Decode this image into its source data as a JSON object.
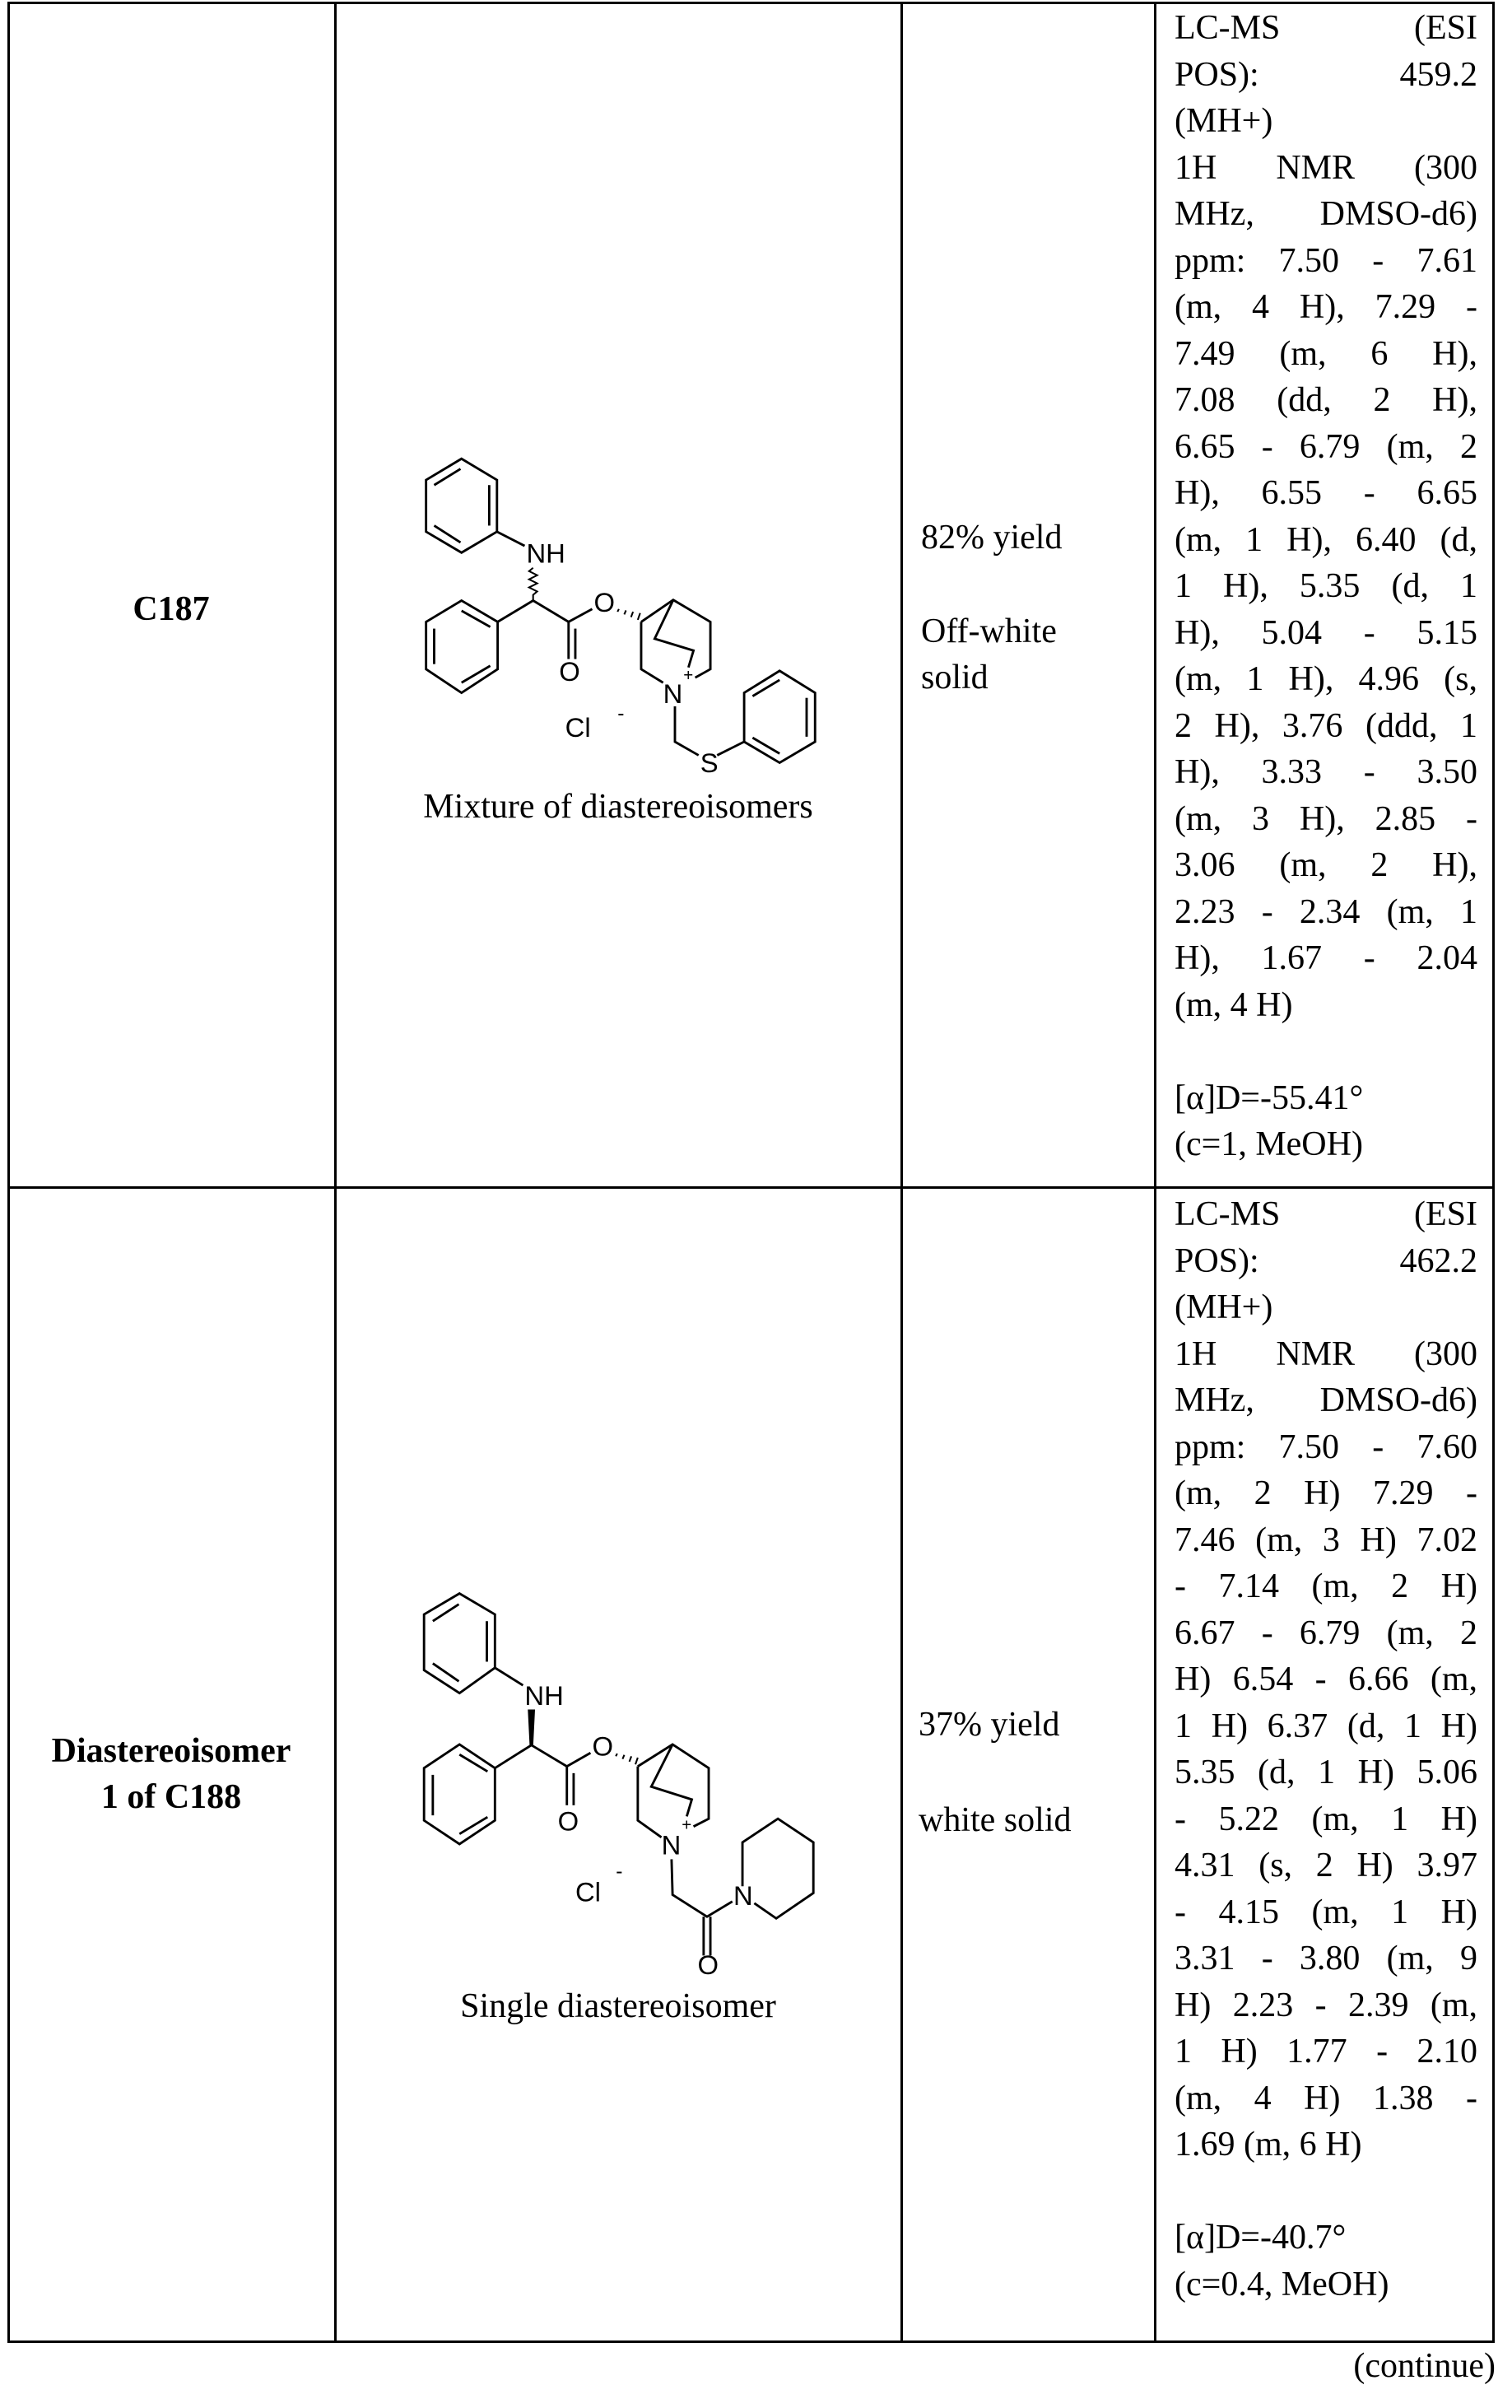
{
  "rows": [
    {
      "compound": "C187",
      "structure_caption": "Mixture of diastereoisomers",
      "yield": "82% yield",
      "appearance_lines": [
        "Off-white",
        "solid"
      ],
      "structure_labels": {
        "nh": "NH",
        "o_ester": "O",
        "o_carbonyl": "O",
        "n": "N",
        "plus": "+",
        "cl": "Cl",
        "minus": "-",
        "s": "S"
      },
      "characterization_lines": [
        "LC-MS (ESI",
        "POS): 459.2",
        "(MH+)",
        "1H NMR (300",
        "MHz, DMSO-d6)",
        "ppm: 7.50 - 7.61",
        "(m, 4 H), 7.29 -",
        "7.49 (m, 6 H),",
        "7.08 (dd, 2 H),",
        "6.65 - 6.79 (m, 2",
        "H), 6.55 - 6.65",
        "(m, 1 H), 6.40 (d,",
        "1 H), 5.35 (d, 1",
        "H), 5.04 - 5.15",
        "(m, 1 H), 4.96 (s,",
        "2 H), 3.76 (ddd, 1",
        "H), 3.33 - 3.50",
        "(m, 3 H), 2.85 -",
        "3.06 (m, 2 H),",
        "2.23 - 2.34 (m, 1",
        "H), 1.67 - 2.04",
        "(m, 4 H)",
        "",
        "[α]D=-55.41°",
        "(c=1, MeOH)"
      ]
    },
    {
      "compound_lines": [
        "Diastereoisomer",
        "1 of C188"
      ],
      "structure_caption": "Single diastereoisomer",
      "yield": "37% yield",
      "appearance_lines": [
        "white solid"
      ],
      "structure_labels": {
        "nh": "NH",
        "o_ester": "O",
        "o_carbonyl": "O",
        "n": "N",
        "plus": "+",
        "cl": "Cl",
        "minus": "-",
        "n2": "N",
        "o_amide": "O"
      },
      "characterization_lines": [
        "LC-MS (ESI",
        "POS): 462.2",
        "(MH+)",
        "1H NMR (300",
        "MHz, DMSO-d6)",
        "ppm: 7.50 - 7.60",
        "(m, 2 H) 7.29 -",
        "7.46 (m, 3 H) 7.02",
        "- 7.14 (m, 2 H)",
        "6.67 - 6.79 (m, 2",
        "H) 6.54 - 6.66 (m,",
        "1 H) 6.37 (d, 1 H)",
        "5.35 (d, 1 H) 5.06",
        "- 5.22 (m, 1 H)",
        "4.31 (s, 2 H) 3.97",
        "- 4.15 (m, 1 H)",
        "3.31 - 3.80 (m, 9",
        "H) 2.23 - 2.39 (m,",
        "1 H) 1.77 - 2.10",
        "(m, 4 H) 1.38 -",
        "1.69 (m, 6 H)",
        "",
        "[α]D=-40.7°",
        "(c=0.4, MeOH)"
      ]
    }
  ],
  "footer": "(continue)"
}
